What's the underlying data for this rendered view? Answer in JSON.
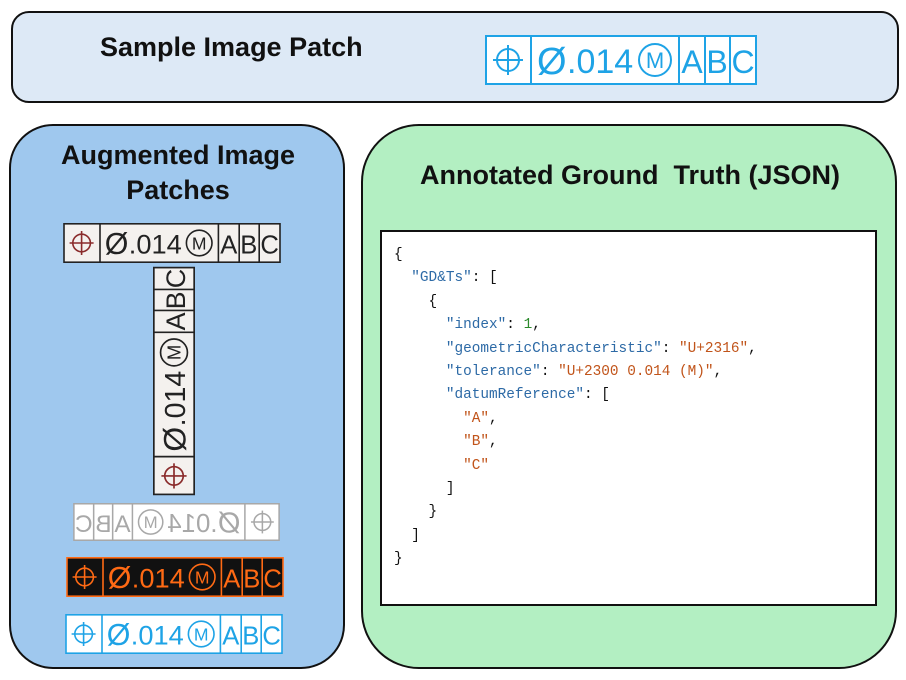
{
  "sample_title": "Sample Image Patch",
  "augmented_title_line1": "Augmented Image",
  "augmented_title_line2": "Patches",
  "ground_truth_title": "Annotated Ground  Truth (JSON)",
  "fcf": {
    "diameter": "Ø",
    "tolerance": ".014",
    "modifier": "M",
    "datums": [
      "A",
      "B",
      "C"
    ]
  },
  "colors": {
    "sample_stroke": "#1ea3e6",
    "gray_stroke": "#222222",
    "gray_symbol": "#8a2b2b",
    "faded_stroke": "#a8a8a8",
    "dark_bg": "#111111",
    "dark_stroke": "#ff6a14",
    "cyan_stroke": "#1ea3e6"
  },
  "json_text": {
    "root_key": "\"GD&Ts\"",
    "index_key": "\"index\"",
    "index_val": "1",
    "geo_key": "\"geometricCharacteristic\"",
    "geo_val": "\"U+2316\"",
    "tol_key": "\"tolerance\"",
    "tol_val": "\"U+2300 0.014 (M)\"",
    "datum_key": "\"datumReference\"",
    "datum_a": "\"A\"",
    "datum_b": "\"B\"",
    "datum_c": "\"C\""
  }
}
